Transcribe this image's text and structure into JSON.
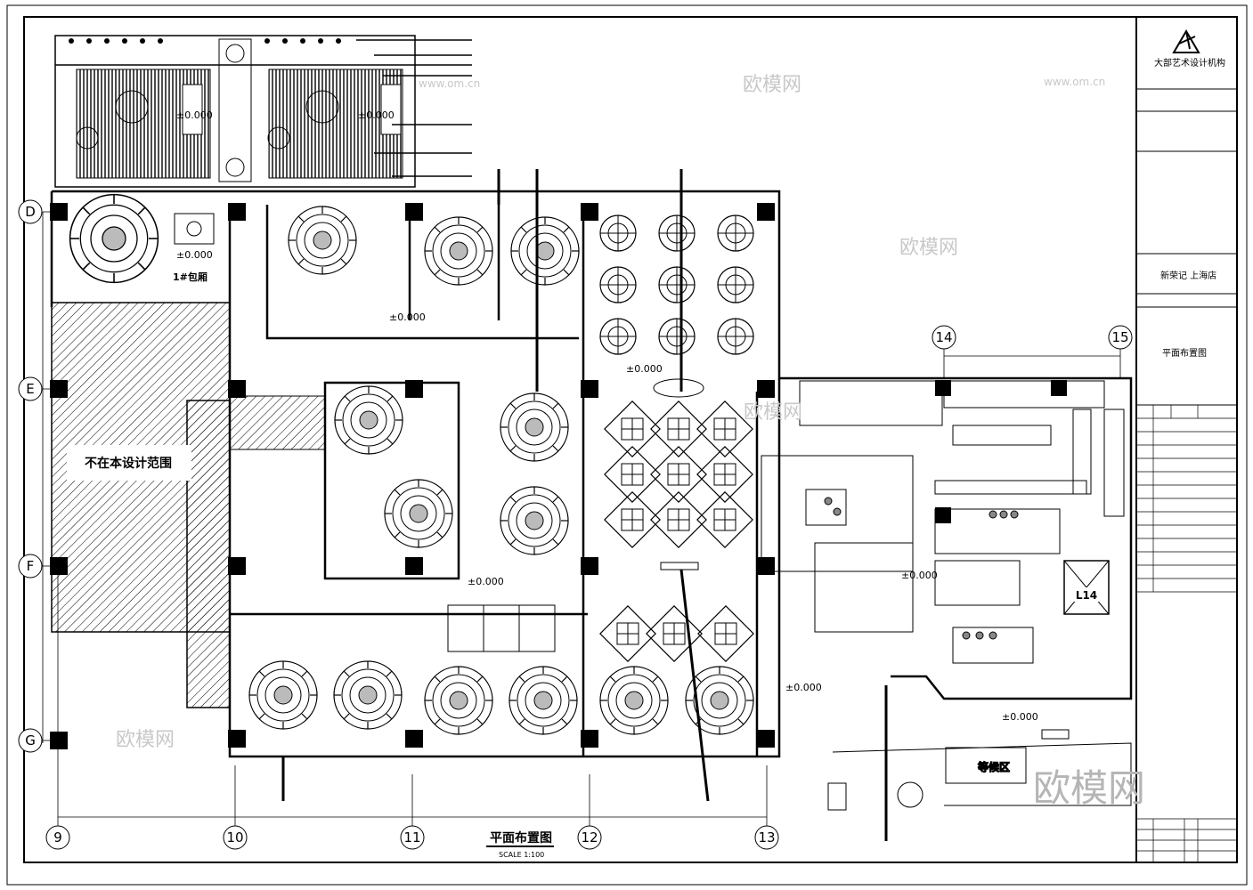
{
  "drawing": {
    "title": "平面布置图",
    "scale": "SCALE 1:100",
    "excluded_area_label": "不在本设计范围",
    "room_label_vip": "1#包厢",
    "room_label_waiting": "等候区",
    "lift_label": "L14",
    "level_labels": [
      "±0.000",
      "±0.000",
      "±0.000",
      "±0.000",
      "±0.000",
      "±0.000",
      "±0.000",
      "±0.000",
      "±0.000"
    ]
  },
  "axes": {
    "columns": [
      "9",
      "10",
      "11",
      "12",
      "13",
      "14",
      "15"
    ],
    "rows": [
      "D",
      "E",
      "F",
      "G"
    ]
  },
  "title_block": {
    "company_name": "大部艺术设计机构",
    "project_name": "新荣记 上海店",
    "drawing_name": "平面布置图"
  },
  "watermarks": {
    "site": "欧模网",
    "url": "www.om.cn"
  }
}
